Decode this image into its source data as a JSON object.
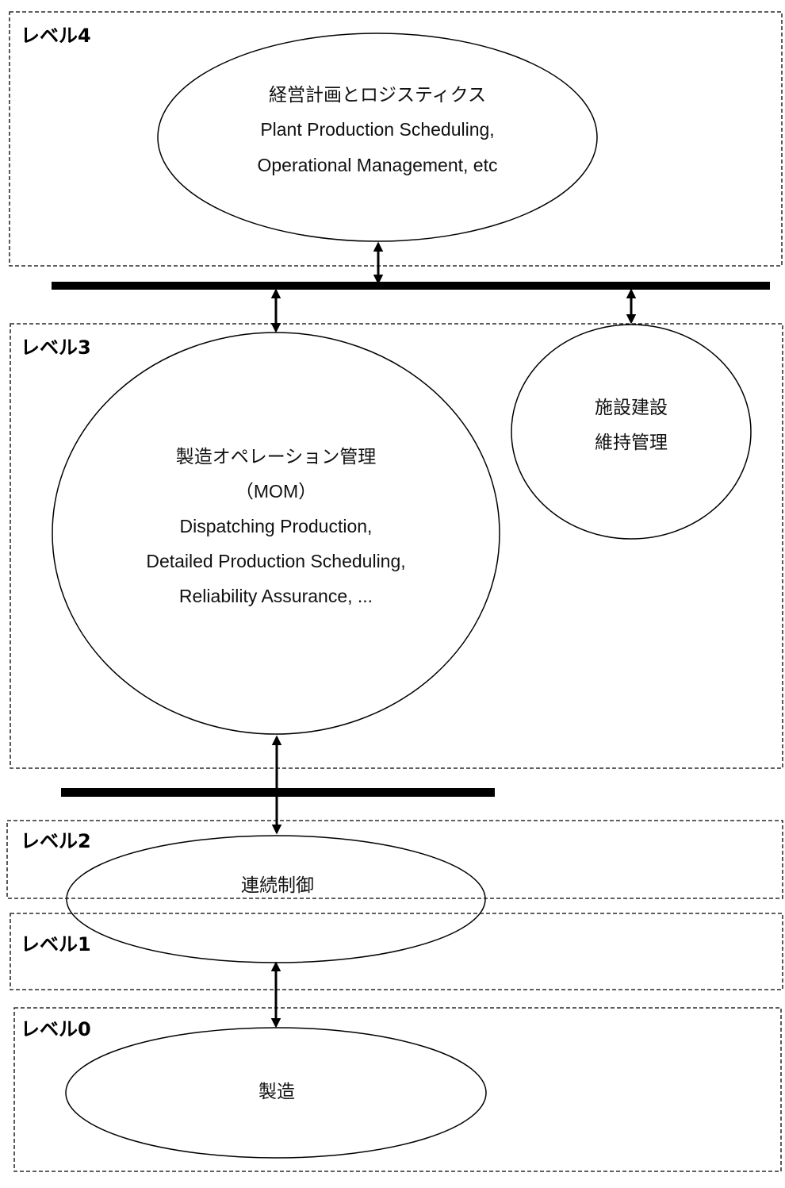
{
  "levels": {
    "level4": "レベル4",
    "level3": "レベル3",
    "level2": "レベル2",
    "level1": "レベル1",
    "level0": "レベル0"
  },
  "nodes": {
    "business_planning": {
      "lines": [
        "経営計画とロジスティクス",
        "Plant Production Scheduling,",
        "Operational Management, etc"
      ]
    },
    "mom": {
      "lines": [
        "製造オペレーション管理",
        "（MOM）",
        "Dispatching Production,",
        "Detailed Production Scheduling,",
        "Reliability Assurance, ..."
      ]
    },
    "facility": {
      "lines": [
        "施設建設",
        "維持管理"
      ]
    },
    "continuous_control": {
      "lines": [
        "連続制御"
      ]
    },
    "manufacturing": {
      "lines": [
        "製造"
      ]
    }
  },
  "colors": {
    "stroke": "#000000",
    "background": "#ffffff"
  }
}
